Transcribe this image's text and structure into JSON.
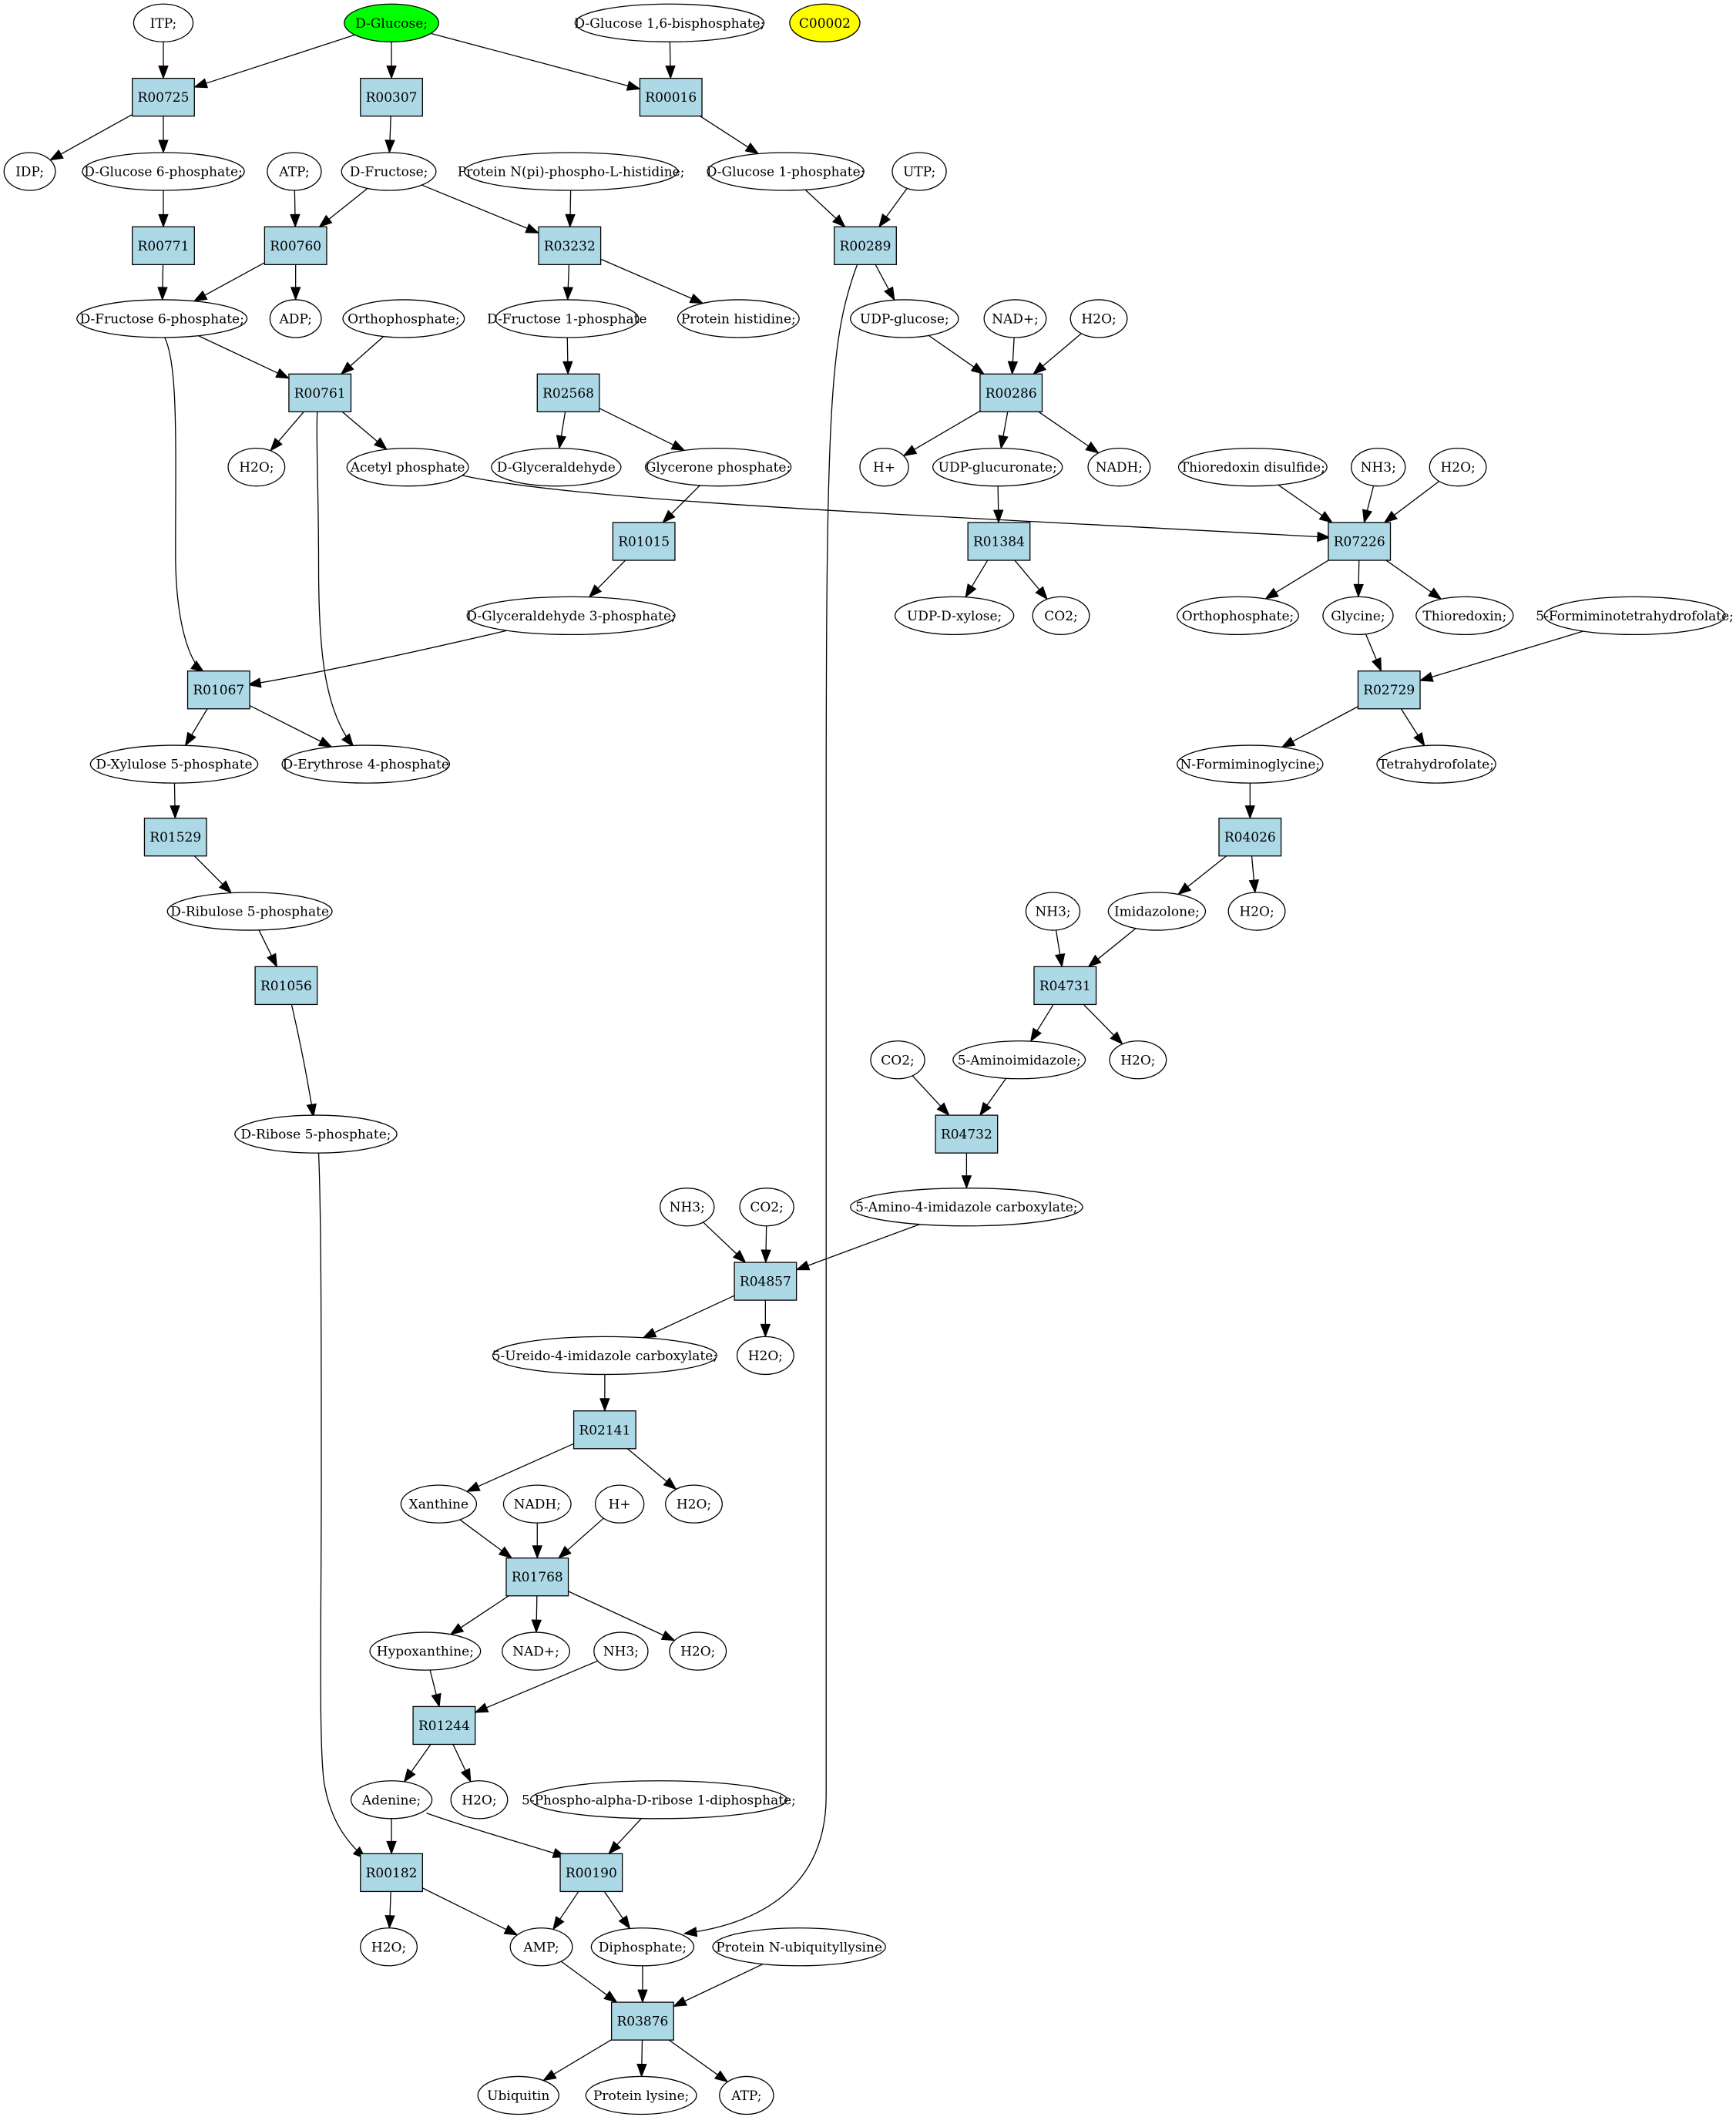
{
  "colors": {
    "reaction_fill": "#add8e6",
    "metabolite_fill": "#ffffff",
    "highlight_start": "#00ff00",
    "highlight_other": "#ffff00"
  },
  "nodes": {
    "n_itp": {
      "label": "ITP;",
      "kind": "metabolite"
    },
    "n_dglucose": {
      "label": "D-Glucose;",
      "kind": "metabolite",
      "fill": "#00ff00"
    },
    "n_dglc16bp": {
      "label": "D-Glucose 1,6-bisphosphate;",
      "kind": "metabolite"
    },
    "n_c00002": {
      "label": "C00002",
      "kind": "metabolite",
      "fill": "#ffff00"
    },
    "r_00725": {
      "label": "R00725",
      "kind": "reaction"
    },
    "r_00307": {
      "label": "R00307",
      "kind": "reaction"
    },
    "r_00016": {
      "label": "R00016",
      "kind": "reaction"
    },
    "n_idp": {
      "label": "IDP;",
      "kind": "metabolite"
    },
    "n_g6p": {
      "label": "D-Glucose 6-phosphate;",
      "kind": "metabolite"
    },
    "n_atp1": {
      "label": "ATP;",
      "kind": "metabolite"
    },
    "n_dfructose": {
      "label": "D-Fructose;",
      "kind": "metabolite"
    },
    "n_protnpi": {
      "label": "Protein N(pi)-phospho-L-histidine;",
      "kind": "metabolite"
    },
    "n_g1p": {
      "label": "D-Glucose 1-phosphate;",
      "kind": "metabolite"
    },
    "n_utp": {
      "label": "UTP;",
      "kind": "metabolite"
    },
    "r_00771": {
      "label": "R00771",
      "kind": "reaction"
    },
    "r_00760": {
      "label": "R00760",
      "kind": "reaction"
    },
    "r_03232": {
      "label": "R03232",
      "kind": "reaction"
    },
    "r_00289": {
      "label": "R00289",
      "kind": "reaction"
    },
    "n_f6p": {
      "label": "D-Fructose 6-phosphate;",
      "kind": "metabolite"
    },
    "n_adp": {
      "label": "ADP;",
      "kind": "metabolite"
    },
    "n_ortho1": {
      "label": "Orthophosphate;",
      "kind": "metabolite"
    },
    "n_f1p": {
      "label": "D-Fructose 1-phosphate",
      "kind": "metabolite"
    },
    "n_prothis": {
      "label": "Protein histidine;",
      "kind": "metabolite"
    },
    "n_udpglc": {
      "label": "UDP-glucose;",
      "kind": "metabolite"
    },
    "n_nadp": {
      "label": "NAD+;",
      "kind": "metabolite"
    },
    "n_h2o_a": {
      "label": "H2O;",
      "kind": "metabolite"
    },
    "r_00761": {
      "label": "R00761",
      "kind": "reaction"
    },
    "r_02568": {
      "label": "R02568",
      "kind": "reaction"
    },
    "r_00286": {
      "label": "R00286",
      "kind": "reaction"
    },
    "n_h2o_b": {
      "label": "H2O;",
      "kind": "metabolite"
    },
    "n_acetylp": {
      "label": "Acetyl phosphate",
      "kind": "metabolite"
    },
    "n_dgly": {
      "label": "D-Glyceraldehyde",
      "kind": "metabolite"
    },
    "n_glyceronep": {
      "label": "Glycerone phosphate;",
      "kind": "metabolite"
    },
    "n_hplus1": {
      "label": "H+",
      "kind": "metabolite"
    },
    "n_udpglcu": {
      "label": "UDP-glucuronate;",
      "kind": "metabolite"
    },
    "n_nadh1": {
      "label": "NADH;",
      "kind": "metabolite"
    },
    "n_thiodis": {
      "label": "Thioredoxin disulfide;",
      "kind": "metabolite"
    },
    "n_nh3_a": {
      "label": "NH3;",
      "kind": "metabolite"
    },
    "n_h2o_c": {
      "label": "H2O;",
      "kind": "metabolite"
    },
    "r_01015": {
      "label": "R01015",
      "kind": "reaction"
    },
    "r_01384": {
      "label": "R01384",
      "kind": "reaction"
    },
    "r_07226": {
      "label": "R07226",
      "kind": "reaction"
    },
    "n_g3p": {
      "label": "D-Glyceraldehyde 3-phosphate;",
      "kind": "metabolite"
    },
    "n_udpxyl": {
      "label": "UDP-D-xylose;",
      "kind": "metabolite"
    },
    "n_co2_a": {
      "label": "CO2;",
      "kind": "metabolite"
    },
    "n_ortho2": {
      "label": "Orthophosphate;",
      "kind": "metabolite"
    },
    "n_glycine": {
      "label": "Glycine;",
      "kind": "metabolite"
    },
    "n_thio": {
      "label": "Thioredoxin;",
      "kind": "metabolite"
    },
    "n_5fthf": {
      "label": "5-Formiminotetrahydrofolate;",
      "kind": "metabolite"
    },
    "r_01067": {
      "label": "R01067",
      "kind": "reaction"
    },
    "r_02729": {
      "label": "R02729",
      "kind": "reaction"
    },
    "n_xu5p": {
      "label": "D-Xylulose 5-phosphate",
      "kind": "metabolite"
    },
    "n_e4p": {
      "label": "D-Erythrose 4-phosphate",
      "kind": "metabolite"
    },
    "n_nformgly": {
      "label": "N-Formiminoglycine;",
      "kind": "metabolite"
    },
    "n_thf": {
      "label": "Tetrahydrofolate;",
      "kind": "metabolite"
    },
    "r_01529": {
      "label": "R01529",
      "kind": "reaction"
    },
    "r_04026": {
      "label": "R04026",
      "kind": "reaction"
    },
    "n_ru5p": {
      "label": "D-Ribulose 5-phosphate",
      "kind": "metabolite"
    },
    "n_nh3_b": {
      "label": "NH3;",
      "kind": "metabolite"
    },
    "n_imidaz": {
      "label": "Imidazolone;",
      "kind": "metabolite"
    },
    "n_h2o_d": {
      "label": "H2O;",
      "kind": "metabolite"
    },
    "r_01056": {
      "label": "R01056",
      "kind": "reaction"
    },
    "r_04731": {
      "label": "R04731",
      "kind": "reaction"
    },
    "n_co2_b": {
      "label": "CO2;",
      "kind": "metabolite"
    },
    "n_5aimid": {
      "label": "5-Aminoimidazole;",
      "kind": "metabolite"
    },
    "n_h2o_e": {
      "label": "H2O;",
      "kind": "metabolite"
    },
    "r_04732": {
      "label": "R04732",
      "kind": "reaction"
    },
    "n_r5p": {
      "label": "D-Ribose 5-phosphate;",
      "kind": "metabolite"
    },
    "n_5a4ic": {
      "label": "5-Amino-4-imidazole carboxylate;",
      "kind": "metabolite"
    },
    "n_nh3_c": {
      "label": "NH3;",
      "kind": "metabolite"
    },
    "n_co2_c": {
      "label": "CO2;",
      "kind": "metabolite"
    },
    "r_04857": {
      "label": "R04857",
      "kind": "reaction"
    },
    "n_5u4ic": {
      "label": "5-Ureido-4-imidazole carboxylate;",
      "kind": "metabolite"
    },
    "n_h2o_f": {
      "label": "H2O;",
      "kind": "metabolite"
    },
    "r_02141": {
      "label": "R02141",
      "kind": "reaction"
    },
    "n_xanthine": {
      "label": "Xanthine",
      "kind": "metabolite"
    },
    "n_nadh2": {
      "label": "NADH;",
      "kind": "metabolite"
    },
    "n_hplus2": {
      "label": "H+",
      "kind": "metabolite"
    },
    "n_h2o_g": {
      "label": "H2O;",
      "kind": "metabolite"
    },
    "r_01768": {
      "label": "R01768",
      "kind": "reaction"
    },
    "n_hypox": {
      "label": "Hypoxanthine;",
      "kind": "metabolite"
    },
    "n_nadp2": {
      "label": "NAD+;",
      "kind": "metabolite"
    },
    "n_nh3_d": {
      "label": "NH3;",
      "kind": "metabolite"
    },
    "n_h2o_h": {
      "label": "H2O;",
      "kind": "metabolite"
    },
    "r_01244": {
      "label": "R01244",
      "kind": "reaction"
    },
    "n_adenine": {
      "label": "Adenine;",
      "kind": "metabolite"
    },
    "n_h2o_i": {
      "label": "H2O;",
      "kind": "metabolite"
    },
    "n_prpp": {
      "label": "5-Phospho-alpha-D-ribose 1-diphosphate;",
      "kind": "metabolite"
    },
    "r_00182": {
      "label": "R00182",
      "kind": "reaction"
    },
    "r_00190": {
      "label": "R00190",
      "kind": "reaction"
    },
    "n_h2o_j": {
      "label": "H2O;",
      "kind": "metabolite"
    },
    "n_amp": {
      "label": "AMP;",
      "kind": "metabolite"
    },
    "n_diphos": {
      "label": "Diphosphate;",
      "kind": "metabolite"
    },
    "n_protub": {
      "label": "Protein N-ubiquityllysine",
      "kind": "metabolite"
    },
    "r_03876": {
      "label": "R03876",
      "kind": "reaction"
    },
    "n_ubiquitin": {
      "label": "Ubiquitin",
      "kind": "metabolite"
    },
    "n_protlys": {
      "label": "Protein lysine;",
      "kind": "metabolite"
    },
    "n_atp2": {
      "label": "ATP;",
      "kind": "metabolite"
    }
  },
  "edges": [
    [
      "n_itp",
      "r_00725"
    ],
    [
      "n_dglucose",
      "r_00725"
    ],
    [
      "n_dglucose",
      "r_00307"
    ],
    [
      "n_dglucose",
      "r_00016"
    ],
    [
      "n_dglc16bp",
      "r_00016"
    ],
    [
      "r_00725",
      "n_idp"
    ],
    [
      "r_00725",
      "n_g6p"
    ],
    [
      "r_00307",
      "n_dfructose"
    ],
    [
      "r_00016",
      "n_g1p"
    ],
    [
      "n_g6p",
      "r_00771"
    ],
    [
      "n_atp1",
      "r_00760"
    ],
    [
      "n_dfructose",
      "r_00760"
    ],
    [
      "n_dfructose",
      "r_03232"
    ],
    [
      "n_protnpi",
      "r_03232"
    ],
    [
      "n_g1p",
      "r_00289"
    ],
    [
      "n_utp",
      "r_00289"
    ],
    [
      "r_00771",
      "n_f6p"
    ],
    [
      "r_00760",
      "n_f6p"
    ],
    [
      "r_00760",
      "n_adp"
    ],
    [
      "r_03232",
      "n_f1p"
    ],
    [
      "r_03232",
      "n_prothis"
    ],
    [
      "r_00289",
      "n_udpglc"
    ],
    [
      "r_00289",
      "n_diphos"
    ],
    [
      "n_f6p",
      "r_00761"
    ],
    [
      "n_ortho1",
      "r_00761"
    ],
    [
      "n_f6p",
      "r_01067"
    ],
    [
      "n_f1p",
      "r_02568"
    ],
    [
      "n_udpglc",
      "r_00286"
    ],
    [
      "n_nadp",
      "r_00286"
    ],
    [
      "n_h2o_a",
      "r_00286"
    ],
    [
      "r_00761",
      "n_h2o_b"
    ],
    [
      "r_00761",
      "n_acetylp"
    ],
    [
      "r_00761",
      "n_e4p"
    ],
    [
      "r_02568",
      "n_dgly"
    ],
    [
      "r_02568",
      "n_glyceronep"
    ],
    [
      "r_00286",
      "n_hplus1"
    ],
    [
      "r_00286",
      "n_udpglcu"
    ],
    [
      "r_00286",
      "n_nadh1"
    ],
    [
      "n_acetylp",
      "r_07226"
    ],
    [
      "n_thiodis",
      "r_07226"
    ],
    [
      "n_nh3_a",
      "r_07226"
    ],
    [
      "n_h2o_c",
      "r_07226"
    ],
    [
      "n_glyceronep",
      "r_01015"
    ],
    [
      "n_udpglcu",
      "r_01384"
    ],
    [
      "r_01015",
      "n_g3p"
    ],
    [
      "r_01384",
      "n_udpxyl"
    ],
    [
      "r_01384",
      "n_co2_a"
    ],
    [
      "r_07226",
      "n_ortho2"
    ],
    [
      "r_07226",
      "n_glycine"
    ],
    [
      "r_07226",
      "n_thio"
    ],
    [
      "n_g3p",
      "r_01067"
    ],
    [
      "n_glycine",
      "r_02729"
    ],
    [
      "n_5fthf",
      "r_02729"
    ],
    [
      "r_01067",
      "n_xu5p"
    ],
    [
      "r_01067",
      "n_e4p"
    ],
    [
      "r_02729",
      "n_nformgly"
    ],
    [
      "r_02729",
      "n_thf"
    ],
    [
      "n_xu5p",
      "r_01529"
    ],
    [
      "n_nformgly",
      "r_04026"
    ],
    [
      "r_01529",
      "n_ru5p"
    ],
    [
      "r_04026",
      "n_imidaz"
    ],
    [
      "r_04026",
      "n_h2o_d"
    ],
    [
      "n_ru5p",
      "r_01056"
    ],
    [
      "n_nh3_b",
      "r_04731"
    ],
    [
      "n_imidaz",
      "r_04731"
    ],
    [
      "r_04731",
      "n_5aimid"
    ],
    [
      "r_04731",
      "n_h2o_e"
    ],
    [
      "n_co2_b",
      "r_04732"
    ],
    [
      "n_5aimid",
      "r_04732"
    ],
    [
      "r_01056",
      "n_r5p"
    ],
    [
      "r_04732",
      "n_5a4ic"
    ],
    [
      "n_nh3_c",
      "r_04857"
    ],
    [
      "n_co2_c",
      "r_04857"
    ],
    [
      "n_5a4ic",
      "r_04857"
    ],
    [
      "r_04857",
      "n_5u4ic"
    ],
    [
      "r_04857",
      "n_h2o_f"
    ],
    [
      "n_5u4ic",
      "r_02141"
    ],
    [
      "r_02141",
      "n_xanthine"
    ],
    [
      "r_02141",
      "n_h2o_g"
    ],
    [
      "n_xanthine",
      "r_01768"
    ],
    [
      "n_nadh2",
      "r_01768"
    ],
    [
      "n_hplus2",
      "r_01768"
    ],
    [
      "r_01768",
      "n_hypox"
    ],
    [
      "r_01768",
      "n_nadp2"
    ],
    [
      "r_01768",
      "n_h2o_h"
    ],
    [
      "n_hypox",
      "r_01244"
    ],
    [
      "n_nh3_d",
      "r_01244"
    ],
    [
      "r_01244",
      "n_adenine"
    ],
    [
      "r_01244",
      "n_h2o_i"
    ],
    [
      "n_adenine",
      "r_00182"
    ],
    [
      "n_r5p",
      "r_00182"
    ],
    [
      "n_adenine",
      "r_00190"
    ],
    [
      "n_prpp",
      "r_00190"
    ],
    [
      "r_00182",
      "n_h2o_j"
    ],
    [
      "r_00182",
      "n_amp"
    ],
    [
      "r_00190",
      "n_amp"
    ],
    [
      "r_00190",
      "n_diphos"
    ],
    [
      "n_amp",
      "r_03876"
    ],
    [
      "n_diphos",
      "r_03876"
    ],
    [
      "n_protub",
      "r_03876"
    ],
    [
      "r_03876",
      "n_ubiquitin"
    ],
    [
      "r_03876",
      "n_protlys"
    ],
    [
      "r_03876",
      "n_atp2"
    ]
  ]
}
